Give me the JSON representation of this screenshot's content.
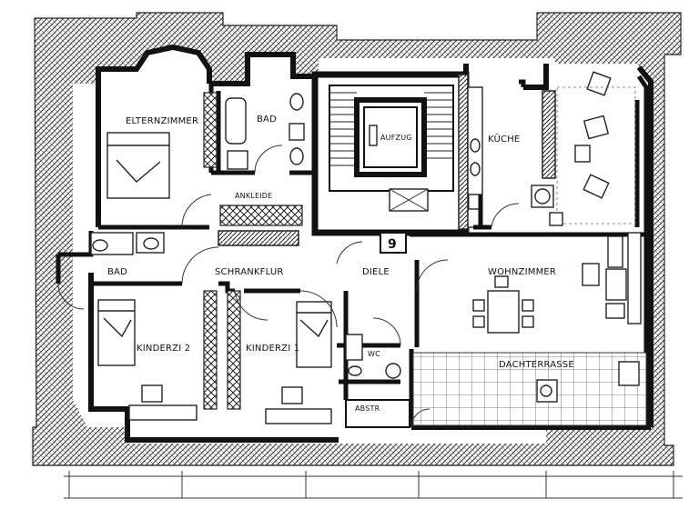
{
  "plan": {
    "rooms": {
      "elternzimmer": "ELTERNZIMMER",
      "bad_top": "BAD",
      "aufzug": "AUFZUG",
      "kueche": "KÜCHE",
      "ankleide": "ANKLEIDE",
      "bad_left": "BAD",
      "schrankflur": "SCHRANKFLUR",
      "diele": "DIELE",
      "wohnzimmer": "WOHNZIMMER",
      "kinderzi2": "KINDERZI 2",
      "kinderzi1": "KINDERZI 1",
      "wc": "WC",
      "abstr": "ABSTR",
      "dachterrasse": "DACHTERRASSE",
      "apartment_number": "9"
    }
  }
}
